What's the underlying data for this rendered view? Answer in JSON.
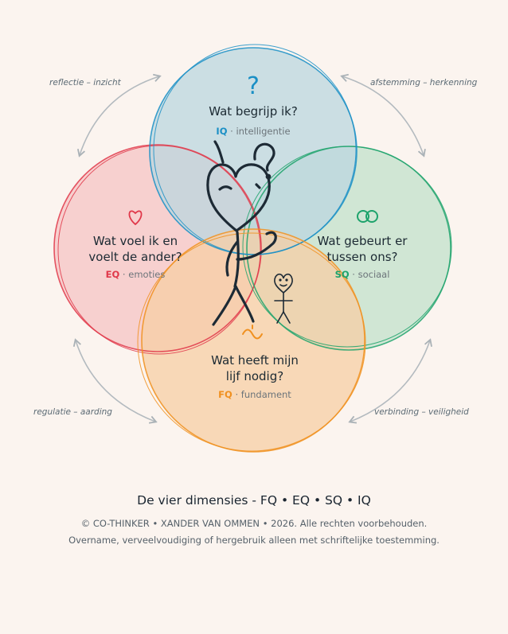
{
  "arrows": {
    "top_left": "reflectie – inzicht",
    "top_right": "afstemming – herkenning",
    "bottom_left": "regulatie – aarding",
    "bottom_right": "verbinding – veiligheid"
  },
  "circles": {
    "iq": {
      "icon": "?",
      "question": "Wat begrijp ik?",
      "code": "IQ",
      "sep": " · ",
      "label": "intelligentie",
      "color": "#1a8fc5",
      "fill": "#bfe0ef"
    },
    "eq": {
      "question_l1": "Wat voel ik en",
      "question_l2": "voelt de ander?",
      "code": "EQ",
      "sep": " · ",
      "label": "emoties",
      "color": "#e0384a",
      "fill": "#f9cdd1"
    },
    "sq": {
      "question_l1": "Wat gebeurt er",
      "question_l2": "tussen ons?",
      "code": "SQ",
      "sep": " · ",
      "label": "sociaal",
      "color": "#1ea36c",
      "fill": "#c5ecd9"
    },
    "fq": {
      "question_l1": "Wat heeft mijn",
      "question_l2": "lijf nodig?",
      "code": "FQ",
      "sep": " · ",
      "label": "fundament",
      "color": "#f0901f",
      "fill": "#fbd8b0"
    }
  },
  "footer": {
    "title": "De vier dimensies - FQ • EQ • SQ • IQ",
    "copyright": "© CO-THINKER • XANDER VAN OMMEN • 2026. Alle rechten voorbehouden.",
    "notice": "Overname, verveelvoudiging of hergebruik alleen met schriftelijke toestemming."
  }
}
